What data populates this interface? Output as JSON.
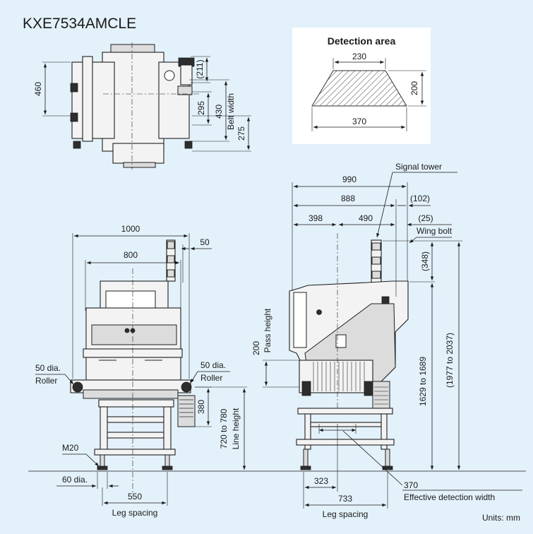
{
  "title": "KXE7534AMCLE",
  "units": "Units: mm",
  "detection_area": {
    "title": "Detection area",
    "top_width": "230",
    "height": "200",
    "bottom_width": "370"
  },
  "top_view": {
    "dim_460": "460",
    "dim_211": "(211)",
    "dim_295": "295",
    "dim_430": "430",
    "belt_width": "Belt width",
    "dim_275": "275"
  },
  "front_view": {
    "dim_1000": "1000",
    "dim_50": "50",
    "dim_800": "800",
    "roller_left_dia": "50 dia.",
    "roller_left": "Roller",
    "roller_right_dia": "50 dia.",
    "roller_right": "Roller",
    "dim_380": "380",
    "line_height_value": "720 to 780",
    "line_height": "Line height",
    "m20": "M20",
    "foot_dia": "60 dia.",
    "leg_spacing_value": "550",
    "leg_spacing": "Leg spacing"
  },
  "side_view": {
    "signal_tower": "Signal tower",
    "dim_990": "990",
    "dim_888": "888",
    "dim_102": "(102)",
    "dim_398": "398",
    "dim_490": "490",
    "dim_25": "(25)",
    "wing_bolt": "Wing bolt",
    "dim_348": "(348)",
    "pass_height_value": "200",
    "pass_height": "Pass height",
    "dim_1629": "1629 to 1689",
    "dim_1977": "(1977 to 2037)",
    "dim_323": "323",
    "dim_370": "370",
    "effective_width": "Effective detection width",
    "leg_spacing_value": "733",
    "leg_spacing": "Leg spacing"
  }
}
